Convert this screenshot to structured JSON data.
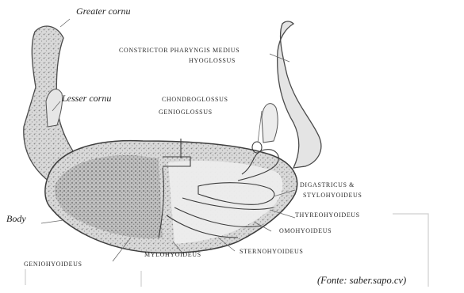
{
  "labels": {
    "greater_cornu": "Greater cornu",
    "lesser_cornu": "Lesser cornu",
    "body": "Body",
    "constrictor": "Constrictor Pharyngis Medius",
    "hyoglossus": "Hyoglossus",
    "chondroglossus": "Chondroglossus",
    "genioglossus": "Genioglossus",
    "digastricus_line1": "Digastricus &",
    "digastricus_line2": "Stylohyoideus",
    "thyreohyoideus": "Thyreohyoideus",
    "omohyoideus": "Omohyoideus",
    "mylohyoideus": "Mylohyoideus",
    "sternohyoideus": "Sternohyoideus",
    "geniohyoideus": "Geniohyoideus"
  },
  "source": "(Fonte: saber.sapo.cv)"
}
